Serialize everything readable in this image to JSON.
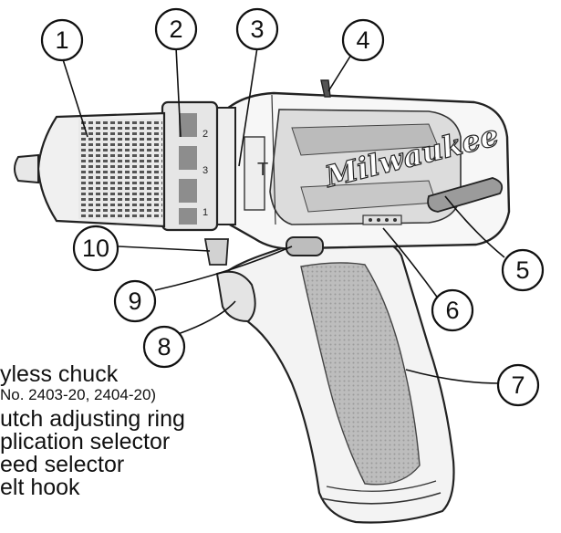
{
  "callouts": [
    "1",
    "2",
    "3",
    "4",
    "5",
    "6",
    "7",
    "8",
    "9",
    "10"
  ],
  "brand": "Milwaukee",
  "collar_marks": [
    "T",
    "2",
    "3",
    "1"
  ],
  "legend": [
    {
      "text": "yless chuck",
      "kind": "main"
    },
    {
      "text": "No. 2403-20, 2404-20)",
      "kind": "sub"
    },
    {
      "text": "utch adjusting ring",
      "kind": "main"
    },
    {
      "text": "plication selector",
      "kind": "main"
    },
    {
      "text": "eed selector",
      "kind": "main"
    },
    {
      "text": "elt hook",
      "kind": "main"
    }
  ]
}
